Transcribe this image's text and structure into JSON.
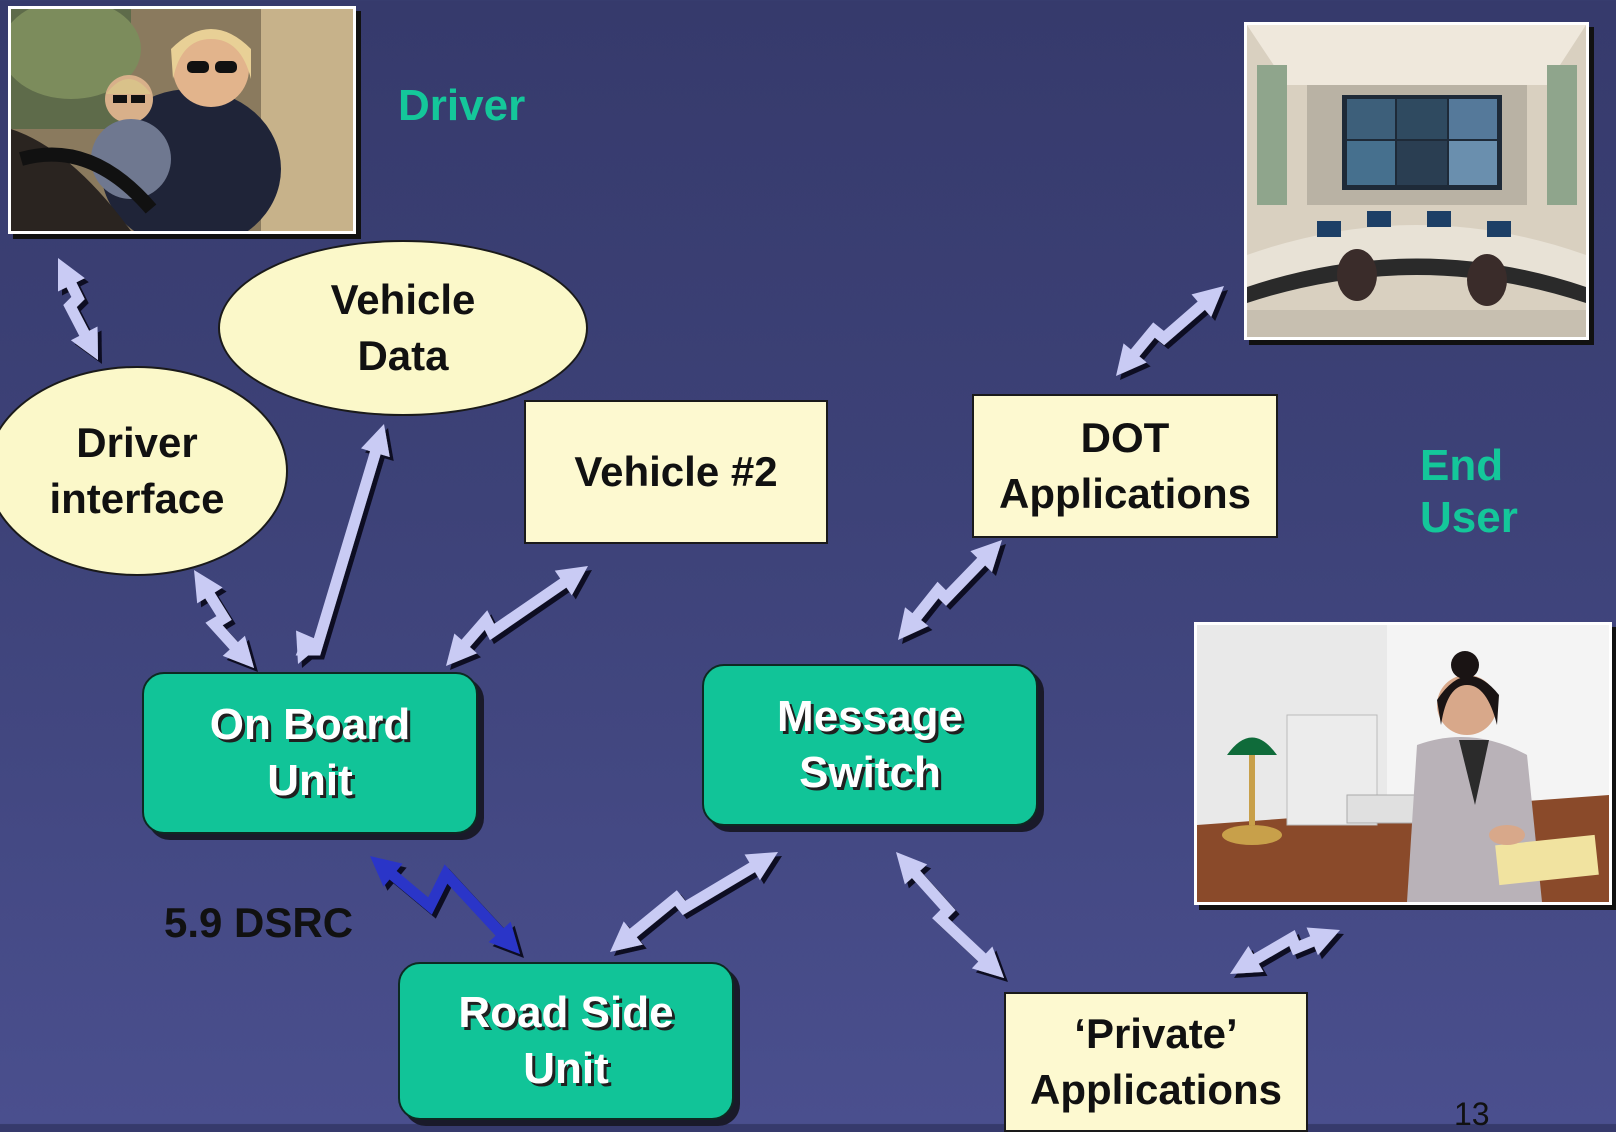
{
  "labels": {
    "driver": "Driver",
    "end_user": "End\nUser",
    "dsrc": "5.9 DSRC",
    "page_number": "13"
  },
  "nodes": {
    "vehicle_data": "Vehicle\nData",
    "driver_interface": "Driver\ninterface",
    "vehicle_2": "Vehicle #2",
    "dot_applications": "DOT\nApplications",
    "on_board_unit": "On Board\nUnit",
    "message_switch": "Message\nSwitch",
    "road_side_unit": "Road Side\nUnit",
    "private_applications": "‘Private’\nApplications"
  },
  "colors": {
    "accent_green": "#14c79a",
    "node_yellow": "#fdf9d0",
    "arrow_light": "#c9cbf4",
    "arrow_dsrc": "#2a35c8"
  }
}
